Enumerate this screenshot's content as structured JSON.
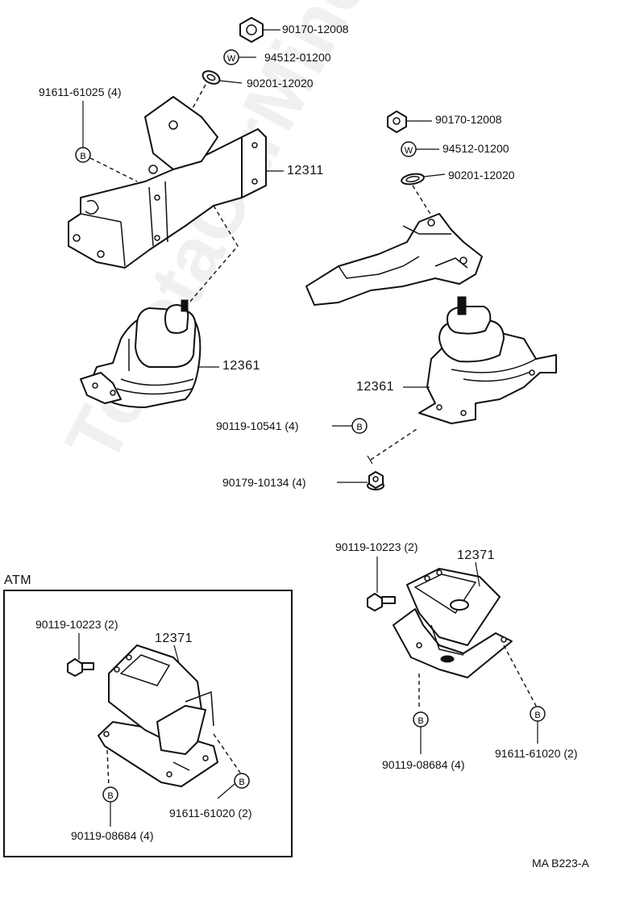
{
  "watermark": "ToyotaCarMine.ru",
  "diagram_code": "MA  B223-A",
  "atm_label": "ATM",
  "symbols": {
    "bolt_letter": "B",
    "washer_letter": "W"
  },
  "labels": {
    "nut_top_left": "90170-12008",
    "washer_top_left": "94512-01200",
    "spacer_top_left": "90201-12020",
    "bolt_bracket_left": "91611-61025 (4)",
    "bracket_left": "12311",
    "nut_right": "90170-12008",
    "washer_right": "94512-01200",
    "spacer_right": "90201-12020",
    "insulator_left": "12361",
    "insulator_right": "12361",
    "bolt_insulator": "90119-10541 (4)",
    "nut_insulator": "90179-10134 (4)",
    "rear_bolt_top": "90119-10223 (2)",
    "rear_mount": "12371",
    "rear_bolt_bottom_left": "90119-08684 (4)",
    "rear_bolt_bottom_right": "91611-61020 (2)",
    "atm_bolt_top": "90119-10223 (2)",
    "atm_mount": "12371",
    "atm_bolt_right": "91611-61020 (2)",
    "atm_bolt_bottom": "90119-08684 (4)"
  }
}
